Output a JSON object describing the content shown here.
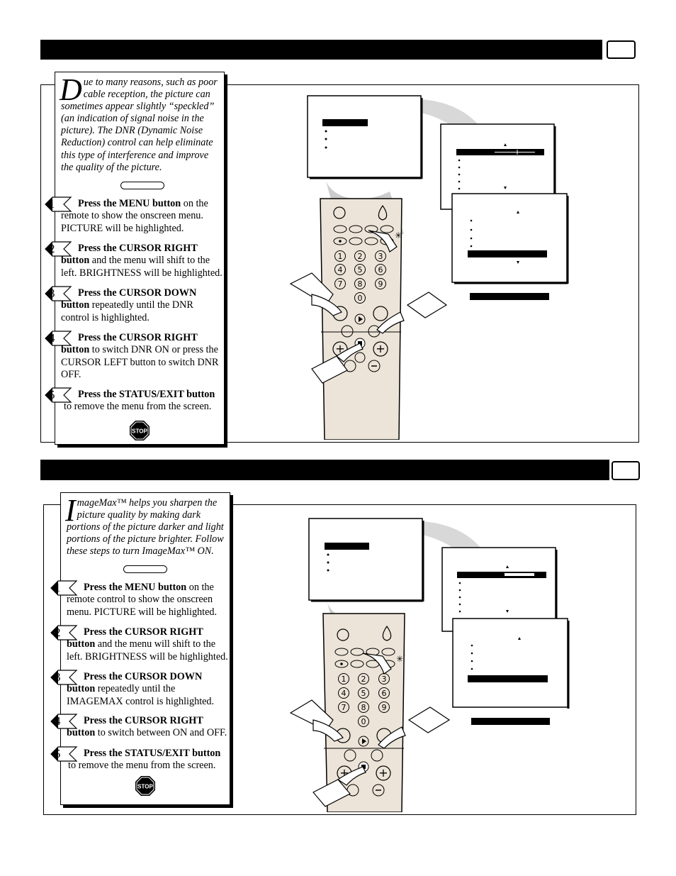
{
  "dnr": {
    "intro_dropcap": "D",
    "intro_text": "ue to many reasons, such as poor cable reception, the picture can sometimes appear slightly “speckled” (an indication of signal noise in the picture). The DNR (Dynamic Noise Reduction) control can help eliminate this type of interference and improve the quality of the picture.",
    "steps": [
      {
        "num": "1",
        "bold": "Press the MENU button",
        "rest": " on the remote to show the onscreen menu. PICTURE will be highlighted."
      },
      {
        "num": "2",
        "bold": "Press the CURSOR RIGHT button",
        "rest": " and the menu will shift to the left. BRIGHTNESS  will be highlighted."
      },
      {
        "num": "3",
        "bold": "Press the CURSOR DOWN button",
        "rest": " repeatedly until the DNR control is highlighted."
      },
      {
        "num": "4",
        "bold": "Press the CURSOR RIGHT button",
        "rest": " to switch DNR ON or press the CURSOR LEFT button to switch DNR OFF."
      },
      {
        "num": "5",
        "bold": "Press the STATUS/EXIT button",
        "rest": " to remove the menu from the screen."
      }
    ],
    "stop_label": "STOP"
  },
  "imagemax": {
    "intro_dropcap": "I",
    "intro_text": "mageMax™ helps you sharpen the picture quality by making dark portions of the picture darker and light portions of the picture brighter. Follow these steps to turn ImageMax™ ON.",
    "steps": [
      {
        "num": "1",
        "bold": "Press the MENU button",
        "rest": " on the remote control to show the onscreen menu. PICTURE will be highlighted."
      },
      {
        "num": "2",
        "bold": "Press the CURSOR RIGHT button",
        "rest": " and the menu will shift to the left. BRIGHTNESS will be highlighted."
      },
      {
        "num": "3",
        "bold": "Press the CURSOR DOWN button",
        "rest": " repeatedly until the IMAGEMAX control is highlighted."
      },
      {
        "num": "4",
        "bold": "Press the CURSOR RIGHT button",
        "rest": " to switch between ON and OFF."
      },
      {
        "num": "5",
        "bold": "Press the STATUS/EXIT button",
        "rest": " to remove the menu from the screen."
      }
    ],
    "stop_label": "STOP"
  },
  "remote": {
    "digits": [
      "1",
      "2",
      "3",
      "4",
      "5",
      "6",
      "7",
      "8",
      "9",
      "0"
    ]
  },
  "colors": {
    "ink": "#000000",
    "paper": "#ffffff",
    "remote_body": "#ece4d8",
    "swoosh": "#cfcfcf"
  }
}
